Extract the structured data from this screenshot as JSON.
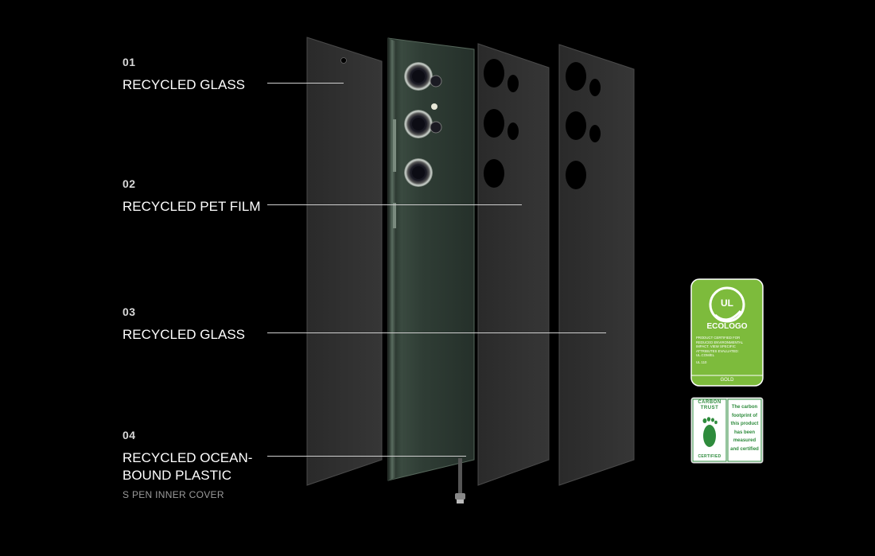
{
  "layers": [
    {
      "number": "01",
      "title": "RECYCLED GLASS",
      "subtitle": ""
    },
    {
      "number": "02",
      "title": "RECYCLED PET FILM",
      "subtitle": ""
    },
    {
      "number": "03",
      "title": "RECYCLED GLASS",
      "subtitle": ""
    },
    {
      "number": "04",
      "title_line1": "RECYCLED OCEAN-",
      "title_line2": "BOUND PLASTIC",
      "subtitle": "S PEN INNER COVER"
    }
  ],
  "ecologo": {
    "brand": "UL",
    "name": "ECOLOGO",
    "claim_lines": [
      "PRODUCT CERTIFIED FOR",
      "REDUCED ENVIRONMENTAL",
      "IMPACT. VIEW SPECIFIC",
      "ATTRIBUTES EVALUATED:",
      "UL.COM/EL"
    ],
    "code": "UL 110",
    "tier": "GOLD",
    "color": "#7dbb3c"
  },
  "carbon_trust": {
    "top_lines": [
      "CARBON",
      "TRUST"
    ],
    "bottom": "CERTIFIED",
    "statement_lines": [
      "The carbon",
      "footprint of",
      "this product",
      "has been",
      "measured",
      "and certified"
    ],
    "color": "#2e8b3c"
  }
}
